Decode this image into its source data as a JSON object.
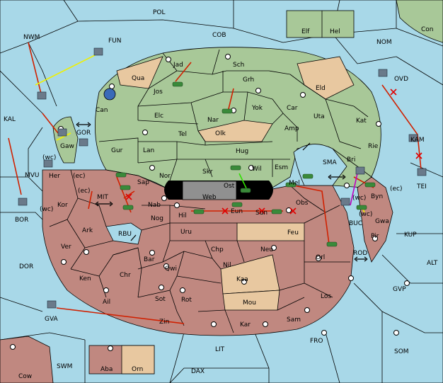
{
  "colors": {
    "sea": "#a8d8e8",
    "green_power": "#a8c898",
    "red_power": "#c08880",
    "neutral": "#e8c8a0",
    "unit_red": "#d02000",
    "unit_green": "#3a8a3a"
  },
  "sea_labels": {
    "pol": "POL",
    "fun": "FUN",
    "nwm": "NWM",
    "cob": "COB",
    "nom": "NOM",
    "con": "Con",
    "ovd": "OVD",
    "kal": "KAL",
    "gor": "GOR",
    "mvu": "MVU",
    "mit": "MIT",
    "bor": "BOR",
    "kam": "KAM",
    "tei": "TEI",
    "sma": "SMA",
    "kup": "KUP",
    "rbu": "RBU",
    "rod": "ROD",
    "alt": "ALT",
    "dor": "DOR",
    "gvp": "GVP",
    "gva": "GVA",
    "fro": "FRO",
    "som": "SOM",
    "lit": "LIT",
    "swm": "SWM",
    "dax": "DAX",
    "cow": "Cow"
  },
  "green_labels": {
    "jad": "Jad",
    "sch": "Sch",
    "qua": "Qua",
    "jos": "Jos",
    "grh": "Grh",
    "eld": "Eld",
    "can": "Can",
    "elc": "Elc",
    "nar": "Nar",
    "yok": "Yok",
    "car": "Car",
    "uta": "Uta",
    "kat": "Kat",
    "olk": "Olk",
    "amp": "Amp",
    "gur": "Gur",
    "tel": "Tel",
    "lan": "Lan",
    "hug": "Hug",
    "rie": "Rie",
    "nor": "Nor",
    "skr": "Skr",
    "wil": "Wil",
    "esm": "Esm",
    "bri": "Bri",
    "sap": "Sap",
    "mel": "Mel",
    "gaw": "Gaw",
    "elf": "Elf",
    "hel": "Hel",
    "web": "Web",
    "ost": "Ost"
  },
  "red_labels": {
    "her": "Her",
    "kor": "Kor",
    "ark": "Ark",
    "ver": "Ver",
    "ken": "Ken",
    "ail": "Ail",
    "chr": "Chr",
    "nab": "Nab",
    "nog": "Nog",
    "hil": "Hil",
    "eun": "Eun",
    "sun": "Sun",
    "obs": "Obs",
    "uru": "Uru",
    "feu": "Feu",
    "byn": "Byn",
    "gwa": "Gwa",
    "buc": "BUC",
    "pir": "Pir",
    "bar": "Bar",
    "qwi": "Qwi",
    "chp": "Chp",
    "nil": "Nil",
    "neu": "Neu",
    "orl": "Orl",
    "kaa": "Kaa",
    "sot": "Sot",
    "rot": "Rot",
    "mou": "Mou",
    "los": "Los",
    "zin": "Zin",
    "kar": "Kar",
    "sam": "Sam",
    "aba": "Aba",
    "orn": "Orn"
  },
  "coast_tags": {
    "wc1": "(wc)",
    "ec1": "(ec)",
    "ec2": "(ec)",
    "wc2": "(wc)",
    "wc3": "(wc)",
    "ec3": "(ec)",
    "wc4": "(wc)"
  }
}
